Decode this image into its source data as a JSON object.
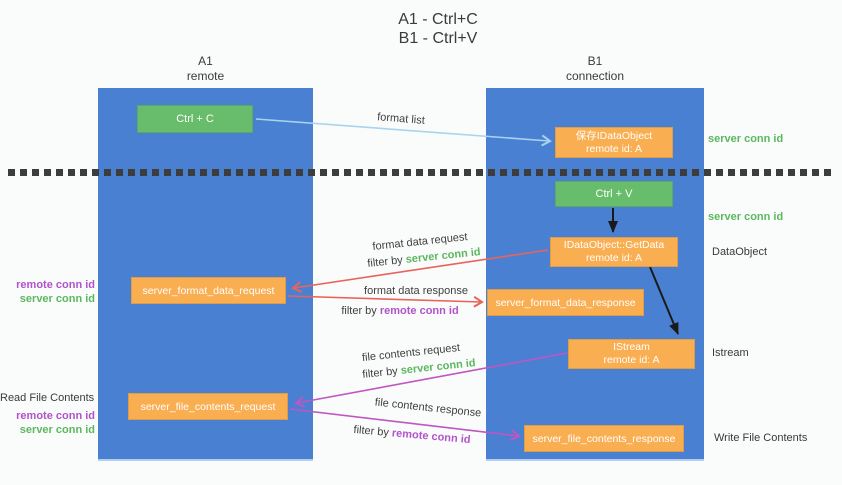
{
  "title": {
    "line1": "A1 - Ctrl+C",
    "line2": "B1 - Ctrl+V"
  },
  "lane_a": {
    "name": "A1",
    "subtitle": "remote"
  },
  "lane_b": {
    "name": "B1",
    "subtitle": "connection"
  },
  "boxes": {
    "ctrl_c": "Ctrl + C",
    "ctrl_v": "Ctrl + V",
    "save_dataobject_line1": "保存IDataObject",
    "save_dataobject_line2": "remote id: A",
    "getdata_line1": "IDataObject::GetData",
    "getdata_line2": "remote id: A",
    "istream_line1": "IStream",
    "istream_line2": "remote id: A",
    "format_request": "server_format_data_request",
    "format_response": "server_format_data_response",
    "file_request": "server_file_contents_request",
    "file_response": "server_file_contents_response"
  },
  "arrow_labels": {
    "format_list": "format list",
    "format_data_request": "format data request",
    "format_data_response": "format data response",
    "file_contents_request": "file contents request",
    "file_contents_response": "file contents response",
    "filter_prefix": "filter by ",
    "server_conn_id": "server conn id",
    "remote_conn_id": "remote conn id"
  },
  "side_labels": {
    "right_server_conn_id_1": "server conn id",
    "right_server_conn_id_2": "server conn id",
    "dataobject": "DataObject",
    "istream": "Istream",
    "write_file_contents": "Write File Contents",
    "read_file_contents": "Read File Contents",
    "left_remote_conn_id_1": "remote conn id",
    "left_server_conn_id_1": "server conn id",
    "left_remote_conn_id_2": "remote conn id",
    "left_server_conn_id_2": "server conn id"
  },
  "colors": {
    "lane_blue": "#4a80d2",
    "box_green": "#68bd6c",
    "box_orange": "#f9ae51",
    "text_green": "#5cb85f",
    "text_purple": "#b153cb",
    "arrow_red": "#e8645a",
    "arrow_magenta": "#c155c1",
    "arrow_lightblue": "#a9d3ef",
    "arrow_black": "#1a1a1a",
    "background": "#fafbfb"
  }
}
